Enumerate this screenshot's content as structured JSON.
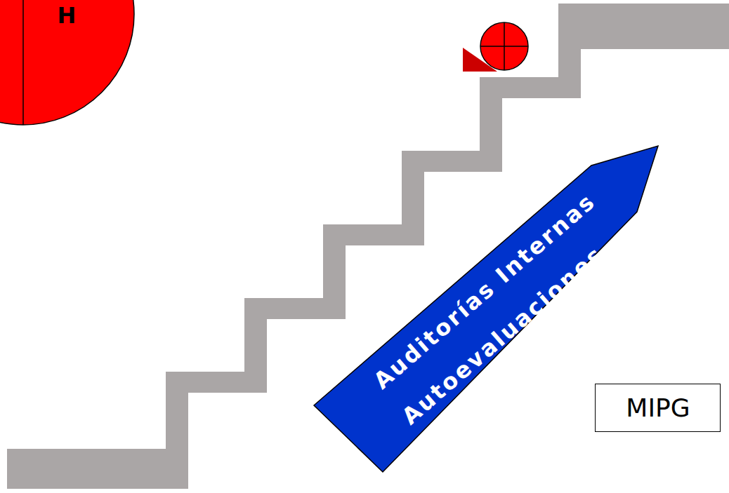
{
  "diagram": {
    "nodes": [
      {
        "text": [
          "H"
        ]
      },
      {
        "text": [
          "Auditorías Internas",
          "Autoevaluaciones"
        ]
      },
      {
        "text": [
          "MIPG"
        ]
      }
    ]
  }
}
